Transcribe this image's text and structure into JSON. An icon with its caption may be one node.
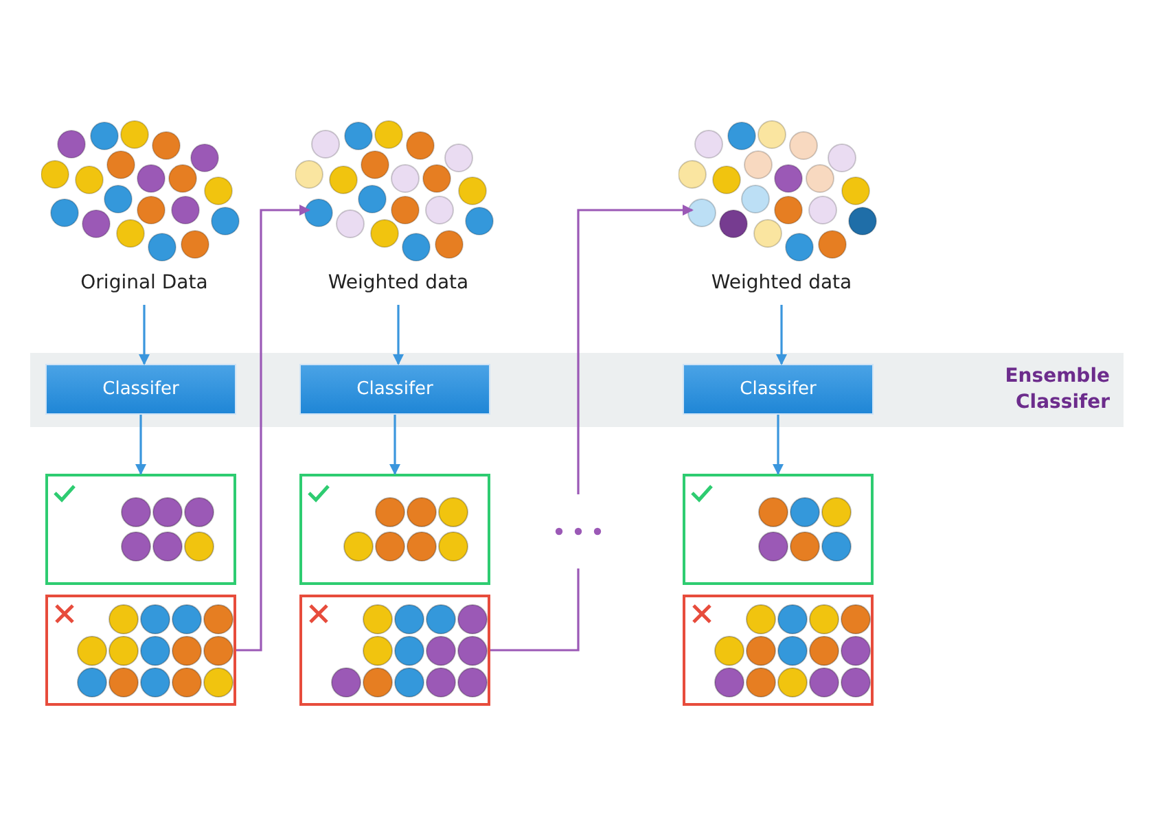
{
  "diagram": {
    "nodes": [
      {
        "text": [
          "Ensemble Classifer"
        ]
      },
      {
        "text": [
          "Original Data"
        ]
      },
      {
        "text": [
          "Classifer"
        ],
        "in": 0
      },
      {
        "text": [],
        "shape": "box"
      },
      {
        "text": [],
        "shape": "box"
      },
      {
        "text": [
          "Weighted data"
        ]
      },
      {
        "text": [
          "Classifer"
        ],
        "in": 0
      },
      {
        "text": [],
        "shape": "box"
      },
      {
        "text": [],
        "shape": "box"
      },
      {
        "text": [
          "Weighted data"
        ]
      },
      {
        "text": [
          "Classifer"
        ],
        "in": 0
      },
      {
        "text": [],
        "shape": "box"
      },
      {
        "text": [],
        "shape": "box"
      }
    ],
    "edges": [
      {
        "from": 1,
        "to": 2,
        "arrow": "to"
      },
      {
        "from": 2,
        "to": 3,
        "arrow": "to"
      },
      {
        "from": 4,
        "to": 5,
        "arrow": "to",
        "color": "#9b59b6"
      },
      {
        "from": 5,
        "to": 6,
        "arrow": "to"
      },
      {
        "from": 6,
        "to": 7,
        "arrow": "to"
      },
      {
        "from": 8,
        "to": 9,
        "arrow": "to",
        "color": "#9b59b6"
      },
      {
        "from": 9,
        "to": 10,
        "arrow": "to"
      },
      {
        "from": 10,
        "to": 11,
        "arrow": "to"
      }
    ]
  }
}
